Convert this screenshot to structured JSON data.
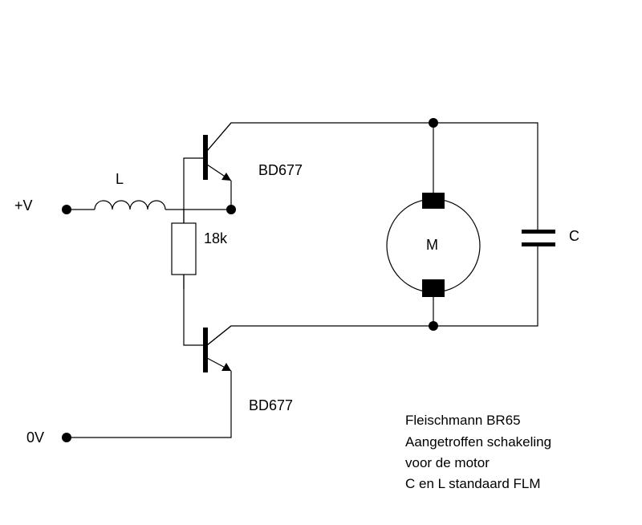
{
  "labels": {
    "plus_v": "+V",
    "zero_v": "0V",
    "inductor": "L",
    "resistor": "18k",
    "transistor_top": "BD677",
    "transistor_bottom": "BD677",
    "motor": "M",
    "capacitor": "C"
  },
  "notes": [
    "Fleischmann BR65",
    "Aangetroffen schakeling",
    "voor de motor",
    "C en L standaard FLM"
  ]
}
